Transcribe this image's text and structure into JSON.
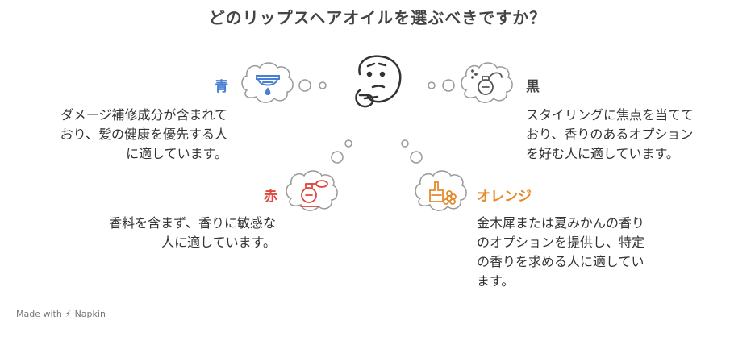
{
  "title": "どのリップスヘアオイルを選ぶべきですか？",
  "options": {
    "blue": {
      "label": "青",
      "color": "#4a7fd6",
      "description_lines": [
        "ダメージ補修成分が含まれて",
        "おり、髪の健康を優先する人",
        "に適しています。"
      ],
      "icon": "water-drop-icon"
    },
    "black": {
      "label": "黒",
      "color": "#444444",
      "description_lines": [
        "スタイリングに焦点を当てて",
        "おり、香りのあるオプション",
        "を好む人に適しています。"
      ],
      "icon": "perfume-spray-icon"
    },
    "red": {
      "label": "赤",
      "color": "#e0463c",
      "description_lines": [
        "香料を含まず、香りに敏感な",
        "人に適しています。"
      ],
      "icon": "no-perfume-icon"
    },
    "orange": {
      "label": "オレンジ",
      "color": "#e58a2a",
      "description_lines": [
        "金木犀または夏みかんの香り",
        "のオプションを提供し、特定",
        "の香りを求める人に適してい",
        "ます。"
      ],
      "icon": "flower-bottle-icon"
    }
  },
  "center_icon": "thinking-face-icon",
  "footer": {
    "text": "Made with",
    "brand": "Napkin"
  }
}
